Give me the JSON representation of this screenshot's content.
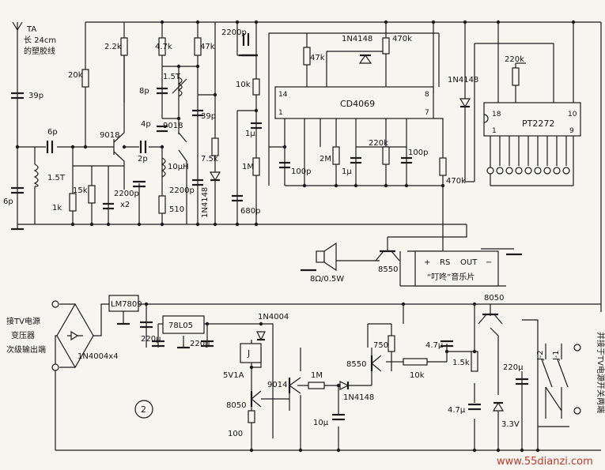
{
  "antenna": {
    "line1": "TA",
    "line2": "长 24cm",
    "line3": "的塑胶线"
  },
  "components": {
    "c39p": "39p",
    "c6p_top": "6p",
    "c6p_left": "6p",
    "coil_1_5t_left": "1.5T",
    "r1k": "1k",
    "r15k": "15k",
    "r20k": "20k",
    "r2_2k": "2.2k",
    "q9018_a": "9018",
    "c2p": "2p",
    "c2200p_x2": "2200p",
    "x2": "x2",
    "r4_7k": "4.7k",
    "coil_1_5t": "1.5T",
    "c8p": "8p",
    "c4p": "4p",
    "q9018_b": "9018",
    "l10uh": "10μH",
    "c2200p_b": "2200p",
    "r510": "510",
    "r47k_a": "47k",
    "c39p_b": "39p",
    "r7_5k": "7.5k",
    "d1n4148_a": "1N4148",
    "c2200p_top": "2200p",
    "r10k_a": "10k",
    "c1u_a": "1μ",
    "r1m": "1M",
    "c680p": "680p",
    "r47k_b": "47k",
    "d1n4148_b": "1N4148",
    "r470k_a": "470k",
    "ic_cd4069": "CD4069",
    "pin14": "14",
    "pin1": "1",
    "pin8": "8",
    "pin7": "7",
    "c100p_a": "100p",
    "r2m": "2M",
    "c1u_b": "1μ",
    "r220k_a": "220k",
    "c100p_b": "100p",
    "r470k_b": "470k",
    "d1n4148_c": "1N4148",
    "r220k_b": "220k",
    "ic_pt2272": "PT2272",
    "pin18": "18",
    "pin10": "10",
    "pin1b": "1",
    "pin9": "9",
    "spk": "8Ω/0.5W",
    "q8550_a": "8550",
    "music_plus": "+",
    "music_rs": "RS",
    "music_out": "OUT",
    "music_minus": "−",
    "music_label": "“叮咚”音乐片",
    "lm7809": "LM7809",
    "l78l05": "78L05",
    "d1n4004": "1N4004",
    "bridge": "1N4004x4",
    "c220u_a": "220μ",
    "c220u_b": "220μ",
    "relay": "J",
    "relay_spec": "5V1A",
    "q9014": "9014",
    "r1m_b": "1M",
    "d1n4148_d": "1N4148",
    "q8050_a": "8050",
    "r100": "100",
    "c10u": "10μ",
    "q8550_b": "8550",
    "r750": "750",
    "c4_7u_a": "4.7μ",
    "r10k_b": "10k",
    "q8050_b": "8050",
    "r1_5k": "1.5k",
    "c220u_c": "220μ",
    "c4_7u_b": "4.7μ",
    "z3_3v": "3.3V",
    "j1": "J-1",
    "j2": "J-2"
  },
  "input_note": {
    "line1": "接TV电源",
    "line2": "变压器",
    "line3": "次级输出端"
  },
  "output_note": "并接于TV电源开关两端",
  "circle_number": "2",
  "watermark": "www.55dianzi.com"
}
